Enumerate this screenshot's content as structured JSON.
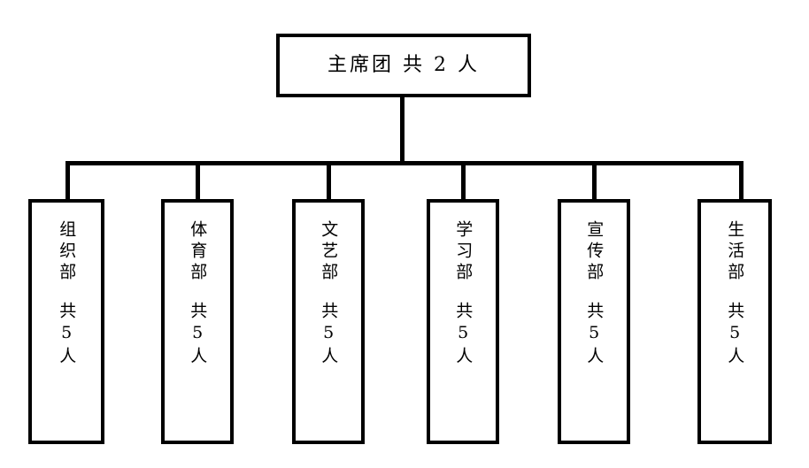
{
  "diagram": {
    "title": "",
    "background_color": "#ffffff",
    "line_color": "#000000",
    "border_color": "#000000",
    "root": {
      "label": "主席团 共 2 人",
      "name": "主席团",
      "count_text": "共 2 人",
      "count": 2
    },
    "departments": [
      {
        "name": "组织部",
        "count_text": "共5人",
        "count": 5
      },
      {
        "name": "体育部",
        "count_text": "共5人",
        "count": 5
      },
      {
        "name": "文艺部",
        "count_text": "共5人",
        "count": 5
      },
      {
        "name": "学习部",
        "count_text": "共5人",
        "count": 5
      },
      {
        "name": "宣传部",
        "count_text": "共5人",
        "count": 5
      },
      {
        "name": "生活部",
        "count_text": "共5人",
        "count": 5
      }
    ]
  }
}
